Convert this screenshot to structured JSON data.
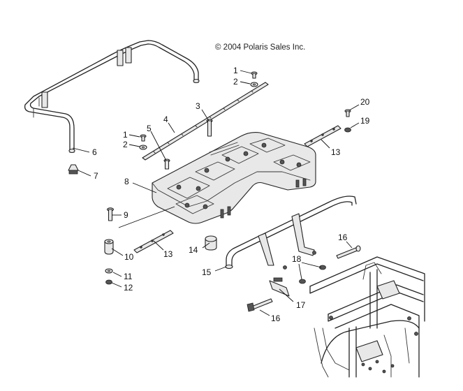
{
  "copyright": "© 2004 Polaris Sales Inc.",
  "callouts": [
    {
      "id": "1a",
      "label": "1"
    },
    {
      "id": "2a",
      "label": "2"
    },
    {
      "id": "3",
      "label": "3"
    },
    {
      "id": "4",
      "label": "4"
    },
    {
      "id": "5",
      "label": "5"
    },
    {
      "id": "1b",
      "label": "1"
    },
    {
      "id": "2b",
      "label": "2"
    },
    {
      "id": "6",
      "label": "6"
    },
    {
      "id": "7",
      "label": "7"
    },
    {
      "id": "8",
      "label": "8"
    },
    {
      "id": "9",
      "label": "9"
    },
    {
      "id": "10",
      "label": "10"
    },
    {
      "id": "11",
      "label": "11"
    },
    {
      "id": "12",
      "label": "12"
    },
    {
      "id": "13a",
      "label": "13"
    },
    {
      "id": "13b",
      "label": "13"
    },
    {
      "id": "14",
      "label": "14"
    },
    {
      "id": "15",
      "label": "15"
    },
    {
      "id": "16a",
      "label": "16"
    },
    {
      "id": "16b",
      "label": "16"
    },
    {
      "id": "17",
      "label": "17"
    },
    {
      "id": "18",
      "label": "18"
    },
    {
      "id": "19",
      "label": "19"
    },
    {
      "id": "20",
      "label": "20"
    }
  ]
}
